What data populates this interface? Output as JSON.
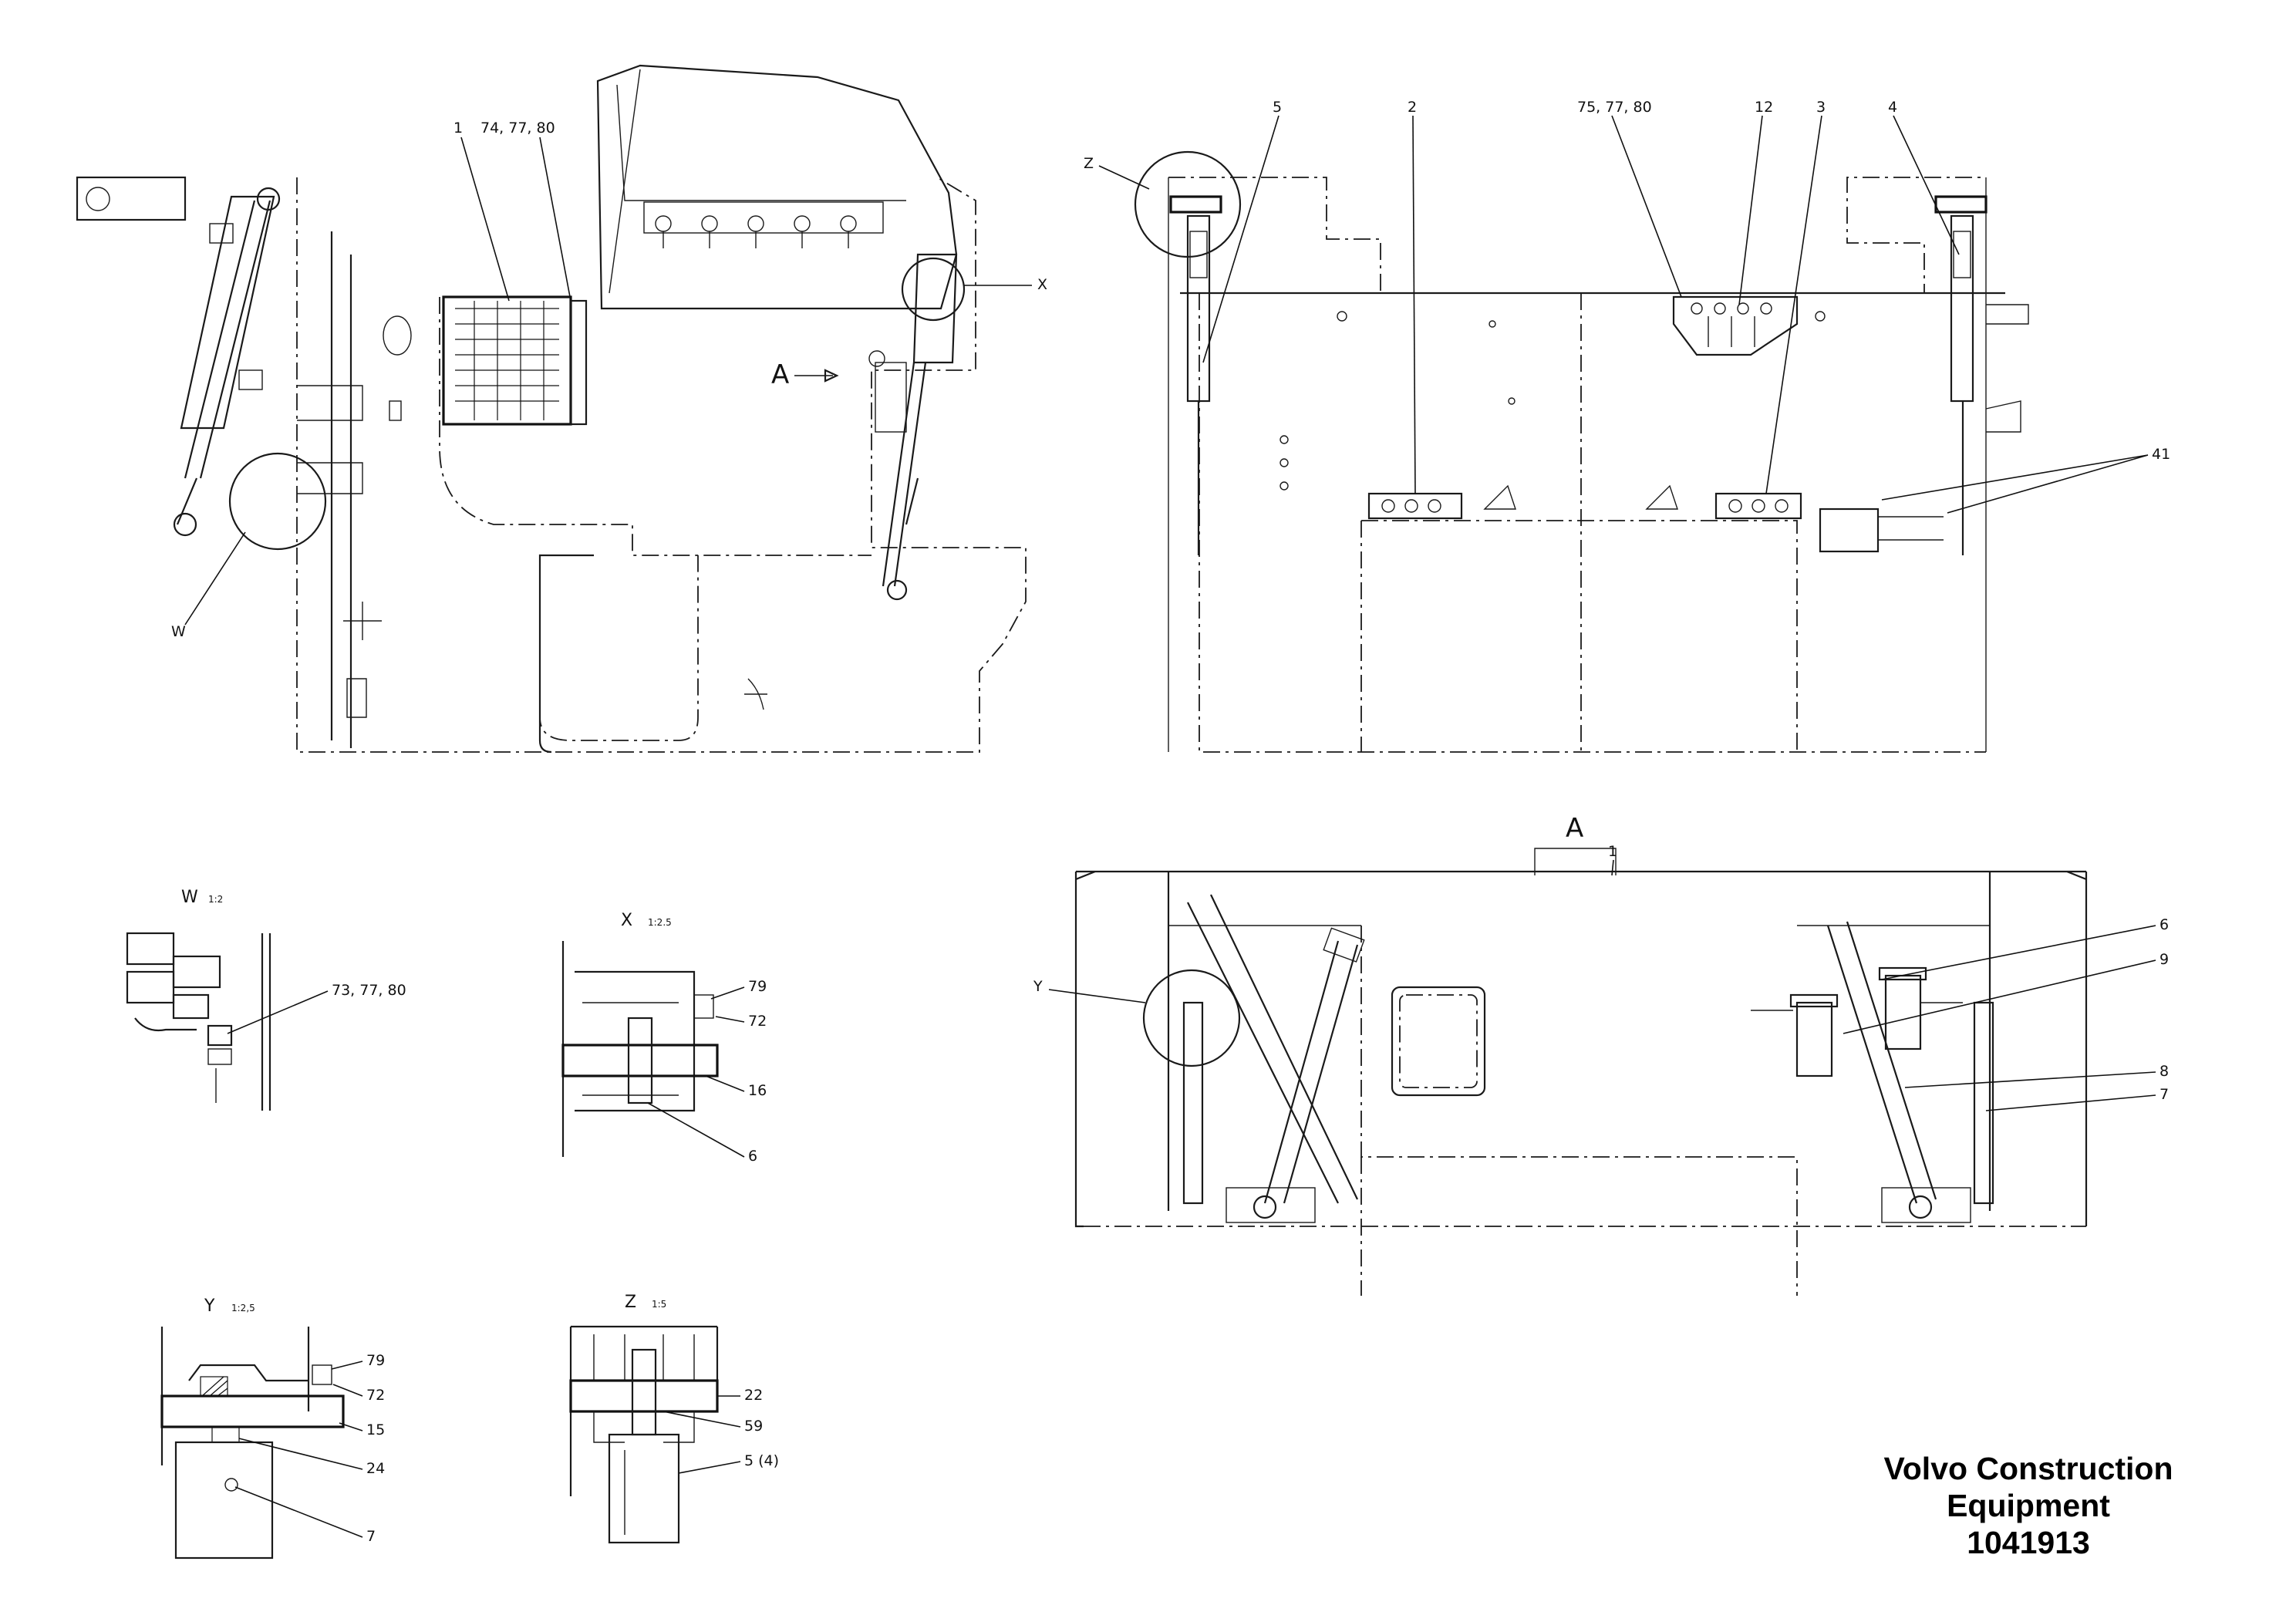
{
  "views": {
    "W": {
      "label": "W",
      "scale": "1:2"
    },
    "X": {
      "label": "X",
      "scale": "1:2.5"
    },
    "Y": {
      "label": "Y",
      "scale": "1:2,5"
    },
    "Z": {
      "label": "Z",
      "scale": "1:5"
    },
    "A": {
      "label": "A"
    }
  },
  "callouts": {
    "side_view": {
      "c1": "1",
      "c74": "74, 77, 80",
      "W": "W",
      "X": "X",
      "A_arrow": "A"
    },
    "top_view": {
      "c5": "5",
      "c2": "2",
      "c75": "75, 77, 80",
      "c12": "12",
      "c3": "3",
      "c4": "4",
      "Z": "Z",
      "c41": "41"
    },
    "front_view": {
      "A": "A",
      "c1": "1",
      "Y": "Y",
      "c6": "6",
      "c9": "9",
      "c8": "8",
      "c7": "7"
    },
    "detail_w": {
      "c73": "73, 77, 80"
    },
    "detail_x": {
      "c79": "79",
      "c72": "72",
      "c16": "16",
      "c6": "6"
    },
    "detail_y": {
      "c79": "79",
      "c72": "72",
      "c15": "15",
      "c24": "24",
      "c7": "7"
    },
    "detail_z": {
      "c22": "22",
      "c59": "59",
      "c5": "5 (4)"
    }
  },
  "title_block": {
    "line1": "Volvo Construction",
    "line2": "Equipment",
    "number": "1041913"
  }
}
